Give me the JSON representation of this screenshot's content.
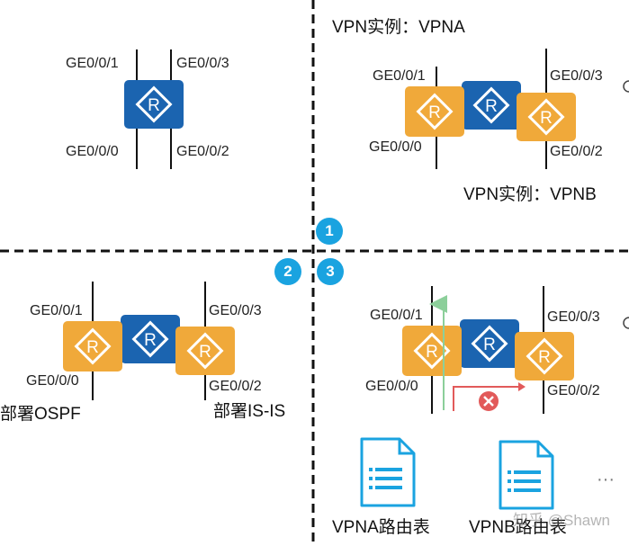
{
  "colors": {
    "router_blue": "#1b64b0",
    "router_orange": "#f0a93a",
    "badge": "#1aa3e0",
    "green_arrow": "#8ccf9a",
    "red_arrow": "#e25a5a",
    "doc_icon": "#1aa3e0"
  },
  "q1": {
    "ports": [
      "GE0/0/1",
      "GE0/0/3",
      "GE0/0/0",
      "GE0/0/2"
    ]
  },
  "q2": {
    "vpna_label": "VPN实例：VPNA",
    "vpnb_label": "VPN实例：VPNB",
    "ports": [
      "GE0/0/1",
      "GE0/0/3",
      "GE0/0/0",
      "GE0/0/2"
    ]
  },
  "q3": {
    "ports": [
      "GE0/0/1",
      "GE0/0/3",
      "GE0/0/0",
      "GE0/0/2"
    ],
    "left_protocol": "部署OSPF",
    "right_protocol": "部署IS-IS"
  },
  "q4": {
    "ports": [
      "GE0/0/1",
      "GE0/0/3",
      "GE0/0/0",
      "GE0/0/2"
    ],
    "table_a": "VPNA路由表",
    "table_b": "VPNB路由表",
    "more": "···"
  },
  "badges": [
    "1",
    "2",
    "3"
  ],
  "icons": {
    "router": "router-icon",
    "route_table": "document-icon",
    "blocked": "blocked-icon"
  },
  "watermark": "知乎 @Shawn"
}
